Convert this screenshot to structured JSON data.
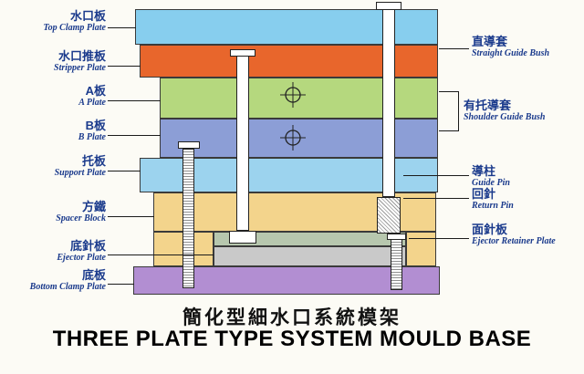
{
  "title": {
    "zh": "簡化型細水口系統模架",
    "en": "THREE PLATE TYPE SYSTEM MOULD BASE"
  },
  "left_labels": [
    {
      "zh": "水口板",
      "en": "Top Clamp Plate"
    },
    {
      "zh": "水口推板",
      "en": "Stripper Plate"
    },
    {
      "zh": "A板",
      "en": "A Plate"
    },
    {
      "zh": "B板",
      "en": "B Plate"
    },
    {
      "zh": "托板",
      "en": "Support Plate"
    },
    {
      "zh": "方鐵",
      "en": "Spacer Block"
    },
    {
      "zh": "底針板",
      "en": "Ejector Plate"
    },
    {
      "zh": "底板",
      "en": "Bottom Clamp Plate"
    }
  ],
  "right_labels": [
    {
      "zh": "直導套",
      "en": "Straight Guide Bush"
    },
    {
      "zh": "有托導套",
      "en": "Shoulder Guide Bush"
    },
    {
      "zh": "導柱",
      "en": "Guide Pin"
    },
    {
      "zh": "回針",
      "en": "Return Pin"
    },
    {
      "zh": "面針板",
      "en": "Ejector Retainer Plate"
    }
  ],
  "colors": {
    "top_clamp_plate": "#87ceee",
    "stripper_plate": "#e8662c",
    "a_plate": "#b5d87e",
    "b_plate": "#8c9ed6",
    "support_plate": "#9cd3ee",
    "spacer_block": "#f3d48c",
    "ejector_retainer_plate": "#b7c7ae",
    "ejector_plate": "#c9c9c9",
    "bottom_clamp_plate": "#b28ed2",
    "label_text": "#1a3a8c"
  }
}
